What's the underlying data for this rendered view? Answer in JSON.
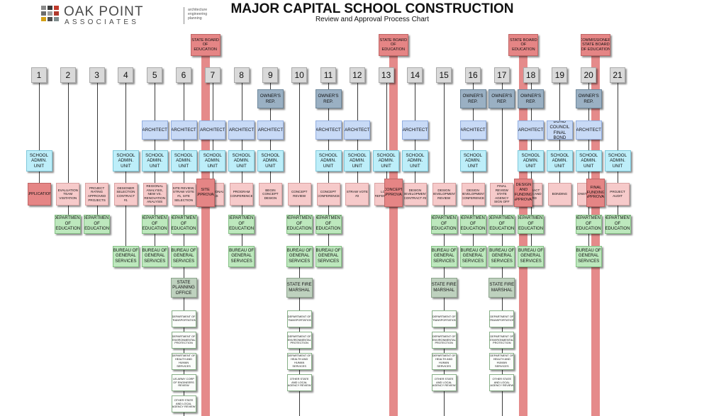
{
  "logo": {
    "name": "OAK POINT",
    "sub": "ASSOCIATES",
    "tagline": [
      "architecture",
      "engineering",
      "planning"
    ],
    "square_colors": [
      "#8a8a8a",
      "#3b3b3b",
      "#c0392b",
      "#6d6d6d",
      "#9e9e9e",
      "#b03a2e",
      "#d4a017",
      "#4f4f4f",
      "#7f8c8d"
    ]
  },
  "title": "MAJOR CAPITAL SCHOOL CONSTRUCTION",
  "subtitle": "Review and Approval Process Chart",
  "colors": {
    "gray": "#d9d9d9",
    "light_blue": "#bdeef9",
    "lavender": "#c8daf6",
    "steel": "#9ab0c3",
    "green": "#bde8bd",
    "sage": "#bed1be",
    "pink": "#f6caca",
    "red": "#e58585"
  },
  "boards": [
    {
      "label": "STATE BOARD OF EDUCATION",
      "col": 6.75
    },
    {
      "label": "STATE BOARD OF EDUCATION",
      "col": 13.25
    },
    {
      "label": "STATE BOARD OF EDUCATION",
      "col": 17.75
    },
    {
      "label": "COMMISSIONER/ STATE BOARD OF EDUCATION",
      "col": 20.25
    }
  ],
  "columns": [
    {
      "number": "1",
      "school": "SCHOOL ADMIN. UNIT",
      "step": "APPLICATION",
      "step_color": "red"
    },
    {
      "number": "2",
      "step": "EVALUATION TEAM VISITATION",
      "dept": "DEPARTMENT OF EDUCATION"
    },
    {
      "number": "3",
      "step": "PROJECT RATING APPROVED PROJECTS",
      "dept": "DEPARTMENT OF EDUCATION"
    },
    {
      "number": "4",
      "school": "SCHOOL ADMIN. UNIT",
      "step": "DESIGNER SELECTION CONTRACT #1",
      "bureau": "BUREAU OF GENERAL SERVICES"
    },
    {
      "number": "5",
      "architect": "ARCHITECT",
      "school": "SCHOOL ADMIN. UNIT",
      "step": "REGIONAL ANALYSIS, NEW VS. RENOVATION ANALYSIS",
      "dept": "DEPARTMENT OF EDUCATION",
      "bureau": "BUREAU OF GENERAL SERVICES"
    },
    {
      "number": "6",
      "architect": "ARCHITECT",
      "school": "SCHOOL ADMIN. UNIT",
      "step": "SITE REVIEW, STRAW VOTE #1, SITE SELECTION",
      "dept": "DEPARTMENT OF EDUCATION",
      "bureau": "BUREAU OF GENERAL SERVICES",
      "state": "STATE PLANNING OFFICE",
      "agencies": [
        "DEPARTMENT OF TRANSPORTATION",
        "DEPARTMENT OF ENVIRONMENTAL PROTECTION",
        "DEPARTMENT OF HEALTH AND HUMAN SERVICES",
        "US ARMY CORP OF ENGINEERS REVIEW",
        "OTHER STATE AND LOCAL AGENCY REVIEW"
      ]
    },
    {
      "number": "7",
      "architect": "ARCHITECT",
      "school": "SCHOOL ADMIN. UNIT",
      "step": "EDUCATIONAL SPECS"
    },
    {
      "number": "8",
      "architect": "ARCHITECT",
      "school": "SCHOOL ADMIN. UNIT",
      "step": "PROGRAM CONFERENCE",
      "dept": "DEPARTMENT OF EDUCATION",
      "bureau": "BUREAU OF GENERAL SERVICES"
    },
    {
      "number": "9",
      "owner": "OWNER'S REP.",
      "architect": "ARCHITECT",
      "school": "SCHOOL ADMIN. UNIT",
      "step": "BEGIN CONCEPT DESIGN"
    },
    {
      "number": "10",
      "step": "CONCEPT REVIEW",
      "dept": "DEPARTMENT OF EDUCATION",
      "bureau": "BUREAU OF GENERAL SERVICES",
      "state": "STATE FIRE MARSHAL",
      "agencies": [
        "DEPARTMENT OF TRANSPORTATION",
        "DEPARTMENT OF ENVIRONMENTAL PROTECTION",
        "DEPARTMENT OF HEALTH AND HUMAN SERVICES",
        "OTHER STATE AND LOCAL AGENCY REVIEW"
      ]
    },
    {
      "number": "11",
      "owner": "OWNER'S REP.",
      "architect": "ARCHITECT",
      "school": "SCHOOL ADMIN. UNIT",
      "step": "CONCEPT CONFERENCE",
      "dept": "DEPARTMENT OF EDUCATION",
      "bureau": "BUREAU OF GENERAL SERVICES"
    },
    {
      "number": "12",
      "architect": "ARCHITECT",
      "school": "SCHOOL ADMIN. UNIT",
      "step": "STRAW VOTE #2"
    },
    {
      "number": "13",
      "school": "SCHOOL ADMIN. UNIT",
      "step": "LOCAL REFERENDUM"
    },
    {
      "number": "14",
      "architect": "ARCHITECT",
      "school": "SCHOOL ADMIN. UNIT",
      "step": "DESIGN DEVELOPMENT CONTRACT #2"
    },
    {
      "number": "15",
      "step": "DESIGN DEVELOPMENT REVIEW",
      "dept": "DEPARTMENT OF EDUCATION",
      "bureau": "BUREAU OF GENERAL SERVICES",
      "state": "STATE FIRE MARSHAL",
      "agencies": [
        "DEPARTMENT OF TRANSPORTATION",
        "DEPARTMENT OF ENVIRONMENTAL PROTECTION",
        "DEPARTMENT OF HEALTH AND HUMAN SERVICES",
        "OTHER STATE AND LOCAL AGENCY REVIEW"
      ]
    },
    {
      "number": "16",
      "owner": "OWNER'S REP.",
      "architect": "ARCHITECT",
      "school": "SCHOOL ADMIN. UNIT",
      "step": "DESIGN DEVELOPMENT CONFERENCE",
      "dept": "DEPARTMENT OF EDUCATION",
      "bureau": "BUREAU OF GENERAL SERVICES"
    },
    {
      "number": "17",
      "owner": "OWNER'S REP.",
      "step": "FINAL REVIEW STATE AGENCY SIGN OFF",
      "dept": "DEPARTMENT OF EDUCATION",
      "bureau": "BUREAU OF GENERAL SERVICES",
      "state": "STATE FIRE MARSHAL",
      "agencies": [
        "DEPARTMENT OF TRANSPORTATION",
        "DEPARTMENT OF ENVIRONMENTAL PROTECTION",
        "DEPARTMENT OF HEALTH AND HUMAN SERVICES",
        "OTHER STATE AND LOCAL AGENCY REVIEW"
      ]
    },
    {
      "number": "18",
      "owner": "OWNER'S REP.",
      "architect": "ARCHITECT",
      "school": "SCHOOL ADMIN. UNIT",
      "step": "CONTRACT BIDDING AND AWARD",
      "dept": "DEPARTMENT OF EDUCATION",
      "bureau": "BUREAU OF GENERAL SERVICES"
    },
    {
      "number": "19",
      "architect": "BOND COUNCIL FINAL BOND",
      "school": "SCHOOL ADMIN. UNIT",
      "step": "BONDING"
    },
    {
      "number": "20",
      "owner": "OWNER'S REP.",
      "architect": "ARCHITECT",
      "school": "SCHOOL ADMIN. UNIT",
      "step": "CONSTRUCTION",
      "dept": "DEPARTMENT OF EDUCATION",
      "bureau": "BUREAU OF GENERAL SERVICES"
    },
    {
      "number": "21",
      "school": "SCHOOL ADMIN. UNIT",
      "step": "PROJECT AUDIT",
      "dept": "DEPARTMENT OF EDUCATION"
    }
  ],
  "approvals": [
    {
      "label": "SITE APPROVAL",
      "col": 6.75
    },
    {
      "label": "CONCEPT APPROVAL",
      "col": 13.25
    },
    {
      "label": "DESIGN AND FUNDING APPROVAL",
      "col": 17.75
    },
    {
      "label": "FINAL FUNDING APPROVAL",
      "col": 20.25
    }
  ]
}
